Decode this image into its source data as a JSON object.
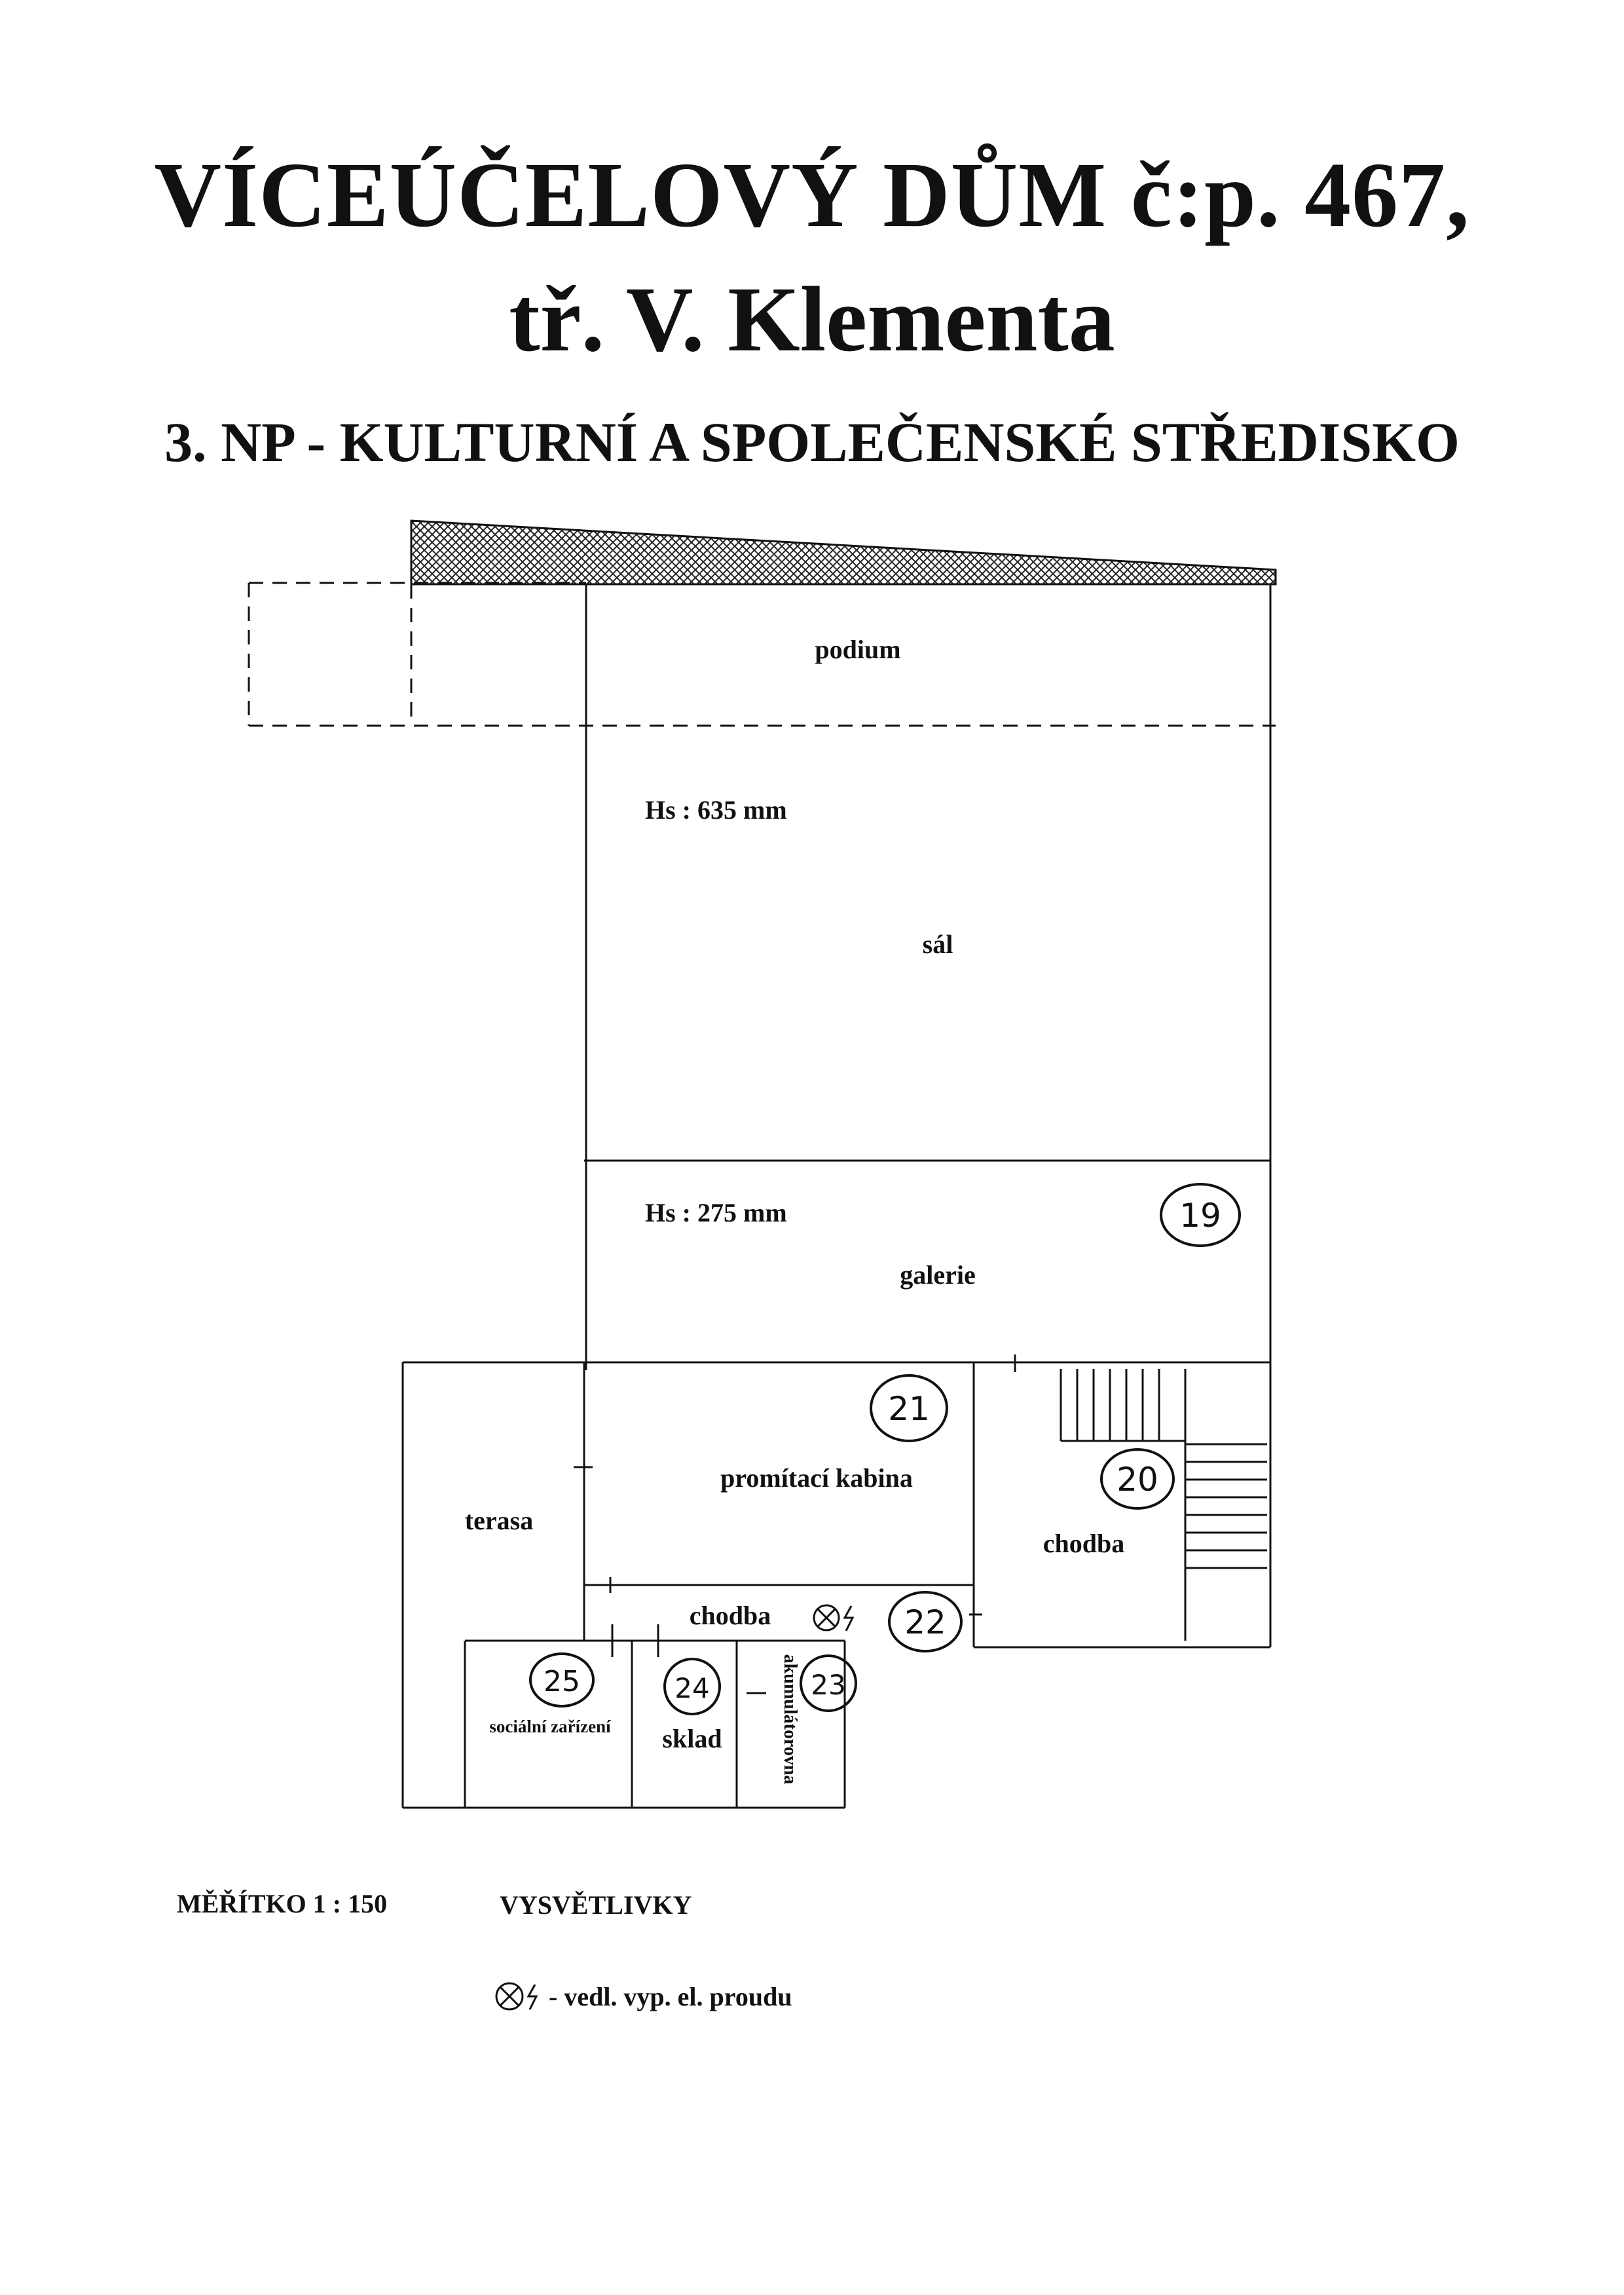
{
  "header": {
    "line1": "VÍCEÚČELOVÝ DŮM č:p. 467,",
    "line2": "tř. V. Klementa",
    "subtitle": "3. NP - KULTURNÍ A SPOLEČENSKÉ STŘEDISKO"
  },
  "rooms": {
    "podium": "podium",
    "sal": "sál",
    "sal_height": "Hs : 635 mm",
    "galerie": "galerie",
    "galerie_height": "Hs : 275 mm",
    "promitaci_kabina": "promítací kabina",
    "chodba_upper": "chodba",
    "chodba_lower": "chodba",
    "terasa": "terasa",
    "socialni_zarizeni": "sociální zařízení",
    "sklad": "sklad",
    "akumulatorovna": "akumulátorovna"
  },
  "room_numbers": {
    "n19": "19",
    "n20": "20",
    "n21": "21",
    "n22": "22",
    "n23": "23",
    "n24": "24",
    "n25": "25"
  },
  "footer": {
    "scale": "MĚŘÍTKO 1 : 150",
    "legend_title": "VYSVĚTLIVKY",
    "legend_item": "- vedl. vyp. el. proudu"
  },
  "legend_symbol_icon": "crossed-circle-lightning-icon"
}
